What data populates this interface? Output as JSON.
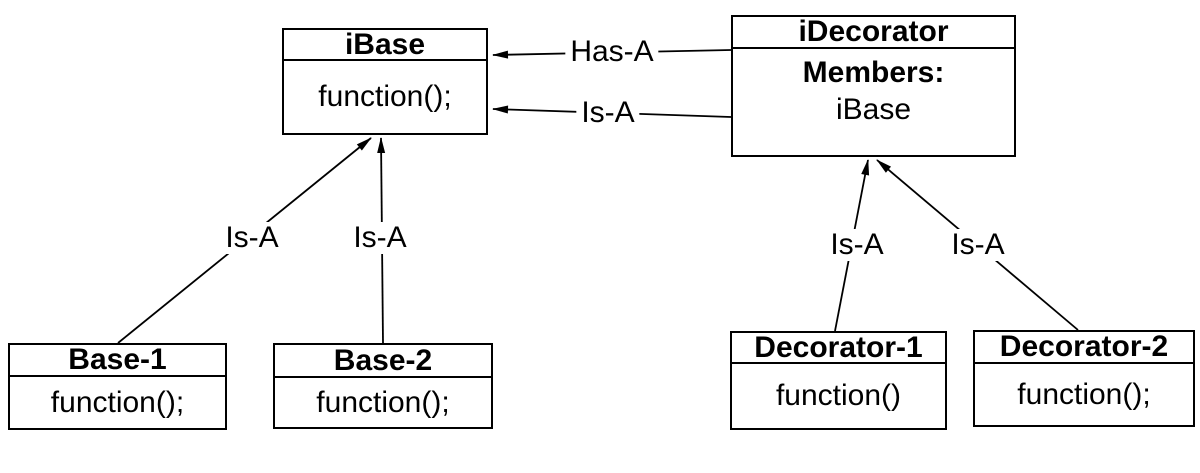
{
  "classes": {
    "ibase": {
      "title": "iBase",
      "method": "function();"
    },
    "idecorator": {
      "title": "iDecorator",
      "members_label": "Members:",
      "member_type": "iBase"
    },
    "base1": {
      "title": "Base-1",
      "method": "function();"
    },
    "base2": {
      "title": "Base-2",
      "method": "function();"
    },
    "decorator1": {
      "title": "Decorator-1",
      "method": "function()"
    },
    "decorator2": {
      "title": "Decorator-2",
      "method": "function();"
    }
  },
  "relations": {
    "has_a_decorator_to_ibase": {
      "label": "Has-A",
      "from": "iDecorator",
      "to": "iBase"
    },
    "is_a_decorator_to_ibase": {
      "label": "Is-A",
      "from": "iDecorator",
      "to": "iBase"
    },
    "is_a_base1_to_ibase": {
      "label": "Is-A",
      "from": "Base-1",
      "to": "iBase"
    },
    "is_a_base2_to_ibase": {
      "label": "Is-A",
      "from": "Base-2",
      "to": "iBase"
    },
    "is_a_decorator1_to_idecorator": {
      "label": "Is-A",
      "from": "Decorator-1",
      "to": "iDecorator"
    },
    "is_a_decorator2_to_idecorator": {
      "label": "Is-A",
      "from": "Decorator-2",
      "to": "iDecorator"
    }
  },
  "colors": {
    "stroke": "#000000",
    "text": "#000000",
    "background": "#ffffff"
  }
}
